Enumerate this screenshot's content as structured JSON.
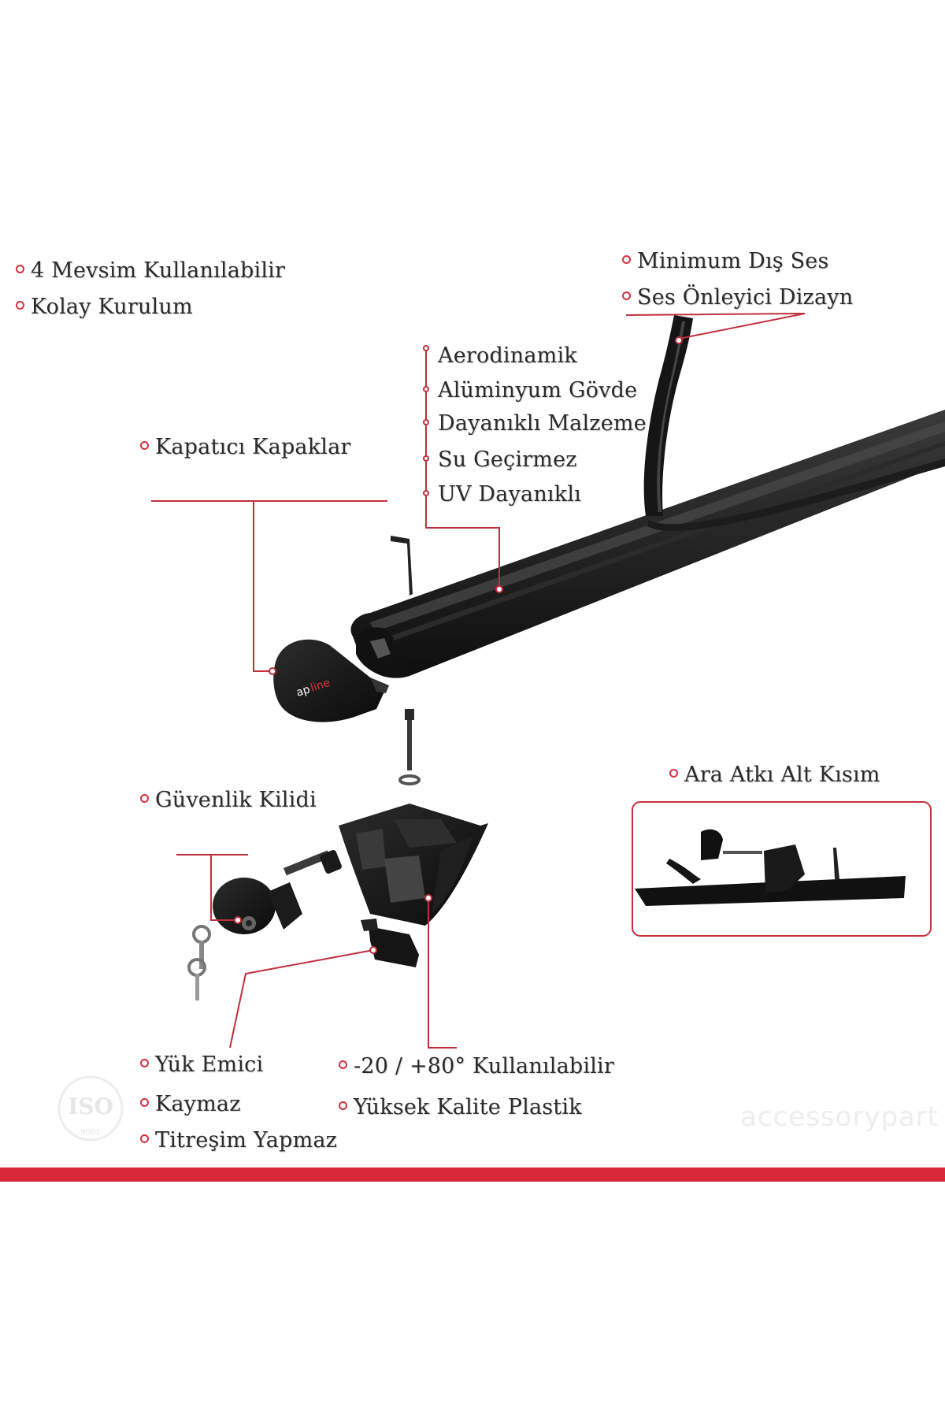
{
  "features_left_top": [
    "4 Mevsim Kullanılabilir",
    "Kolay Kurulum"
  ],
  "features_right_top": [
    "Minimum Dış Ses",
    "Ses Önleyici Dizayn"
  ],
  "features_center": [
    "Aerodinamik",
    "Alüminyum Gövde",
    "Dayanıklı Malzeme",
    "Su Geçirmez",
    "UV Dayanıklı"
  ],
  "caps_label": "Kapatıcı Kapaklar",
  "lock_label": "Güvenlik Kilidi",
  "bottom_part_label": "Ara Atkı Alt Kısım",
  "features_bottom_left": [
    "Yük Emici",
    "Kaymaz",
    "Titreşim Yapmaz"
  ],
  "features_bottom_mid": [
    "-20 / +80° Kullanılabilir",
    "Yüksek Kalite Plastik"
  ],
  "cap_logo": {
    "part1": "ap",
    "part2": "line"
  },
  "iso": {
    "text": "ISO",
    "number": "9001"
  },
  "watermark": "accessorypart",
  "colors": {
    "accent": "#d8283a",
    "product": "#1a1a1a"
  }
}
